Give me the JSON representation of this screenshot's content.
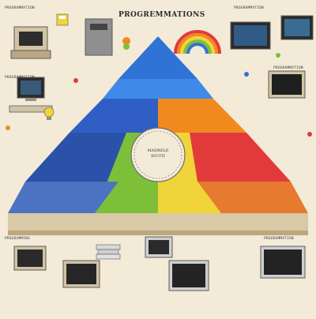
{
  "poster": {
    "title": "PROGREMMATIONS",
    "top_left_label": "PROGRAMMATION",
    "top_right_label": "PROGRAMMATION",
    "mid_left_label": "PROGRAMMATION",
    "mid_right_label": "PROGRAMMATION",
    "bottom_left_label": "PROGRAMMING",
    "bottom_right_label": "PROGRAMMATION",
    "center_seal_line1": "MADRELE",
    "center_seal_line2": "INUITI"
  },
  "colors": {
    "background": "#f3ead8",
    "tier_top": "#2f73d6",
    "tier_left": "#2f5fc4",
    "tier_mid_left": "#7ebf3a",
    "tier_mid": "#f0d43a",
    "tier_right": "#f08a1e",
    "tier_right_red": "#e23a3a",
    "tier_bottom": "#d9c9a6"
  },
  "icons": [
    "computer-icon",
    "monitor-icon",
    "rainbow-icon",
    "apple-icon",
    "books-icon",
    "disk-icon",
    "keyboard-icon",
    "lightbulb-icon"
  ]
}
